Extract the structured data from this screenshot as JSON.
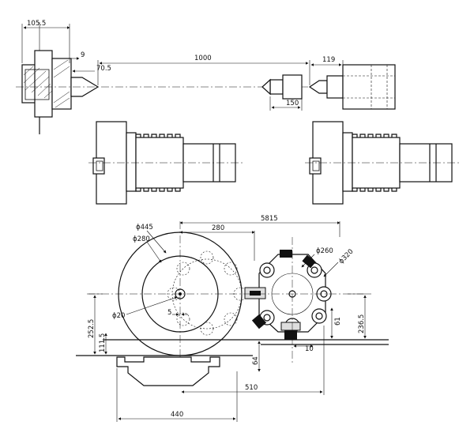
{
  "dimensions": {
    "d_105_5": "105.5",
    "d_9": "9",
    "d_70_5": "70.5",
    "d_1000": "1000",
    "d_119": "119",
    "d_150": "150",
    "d_5815": "5815",
    "d_280": "280",
    "d_445": "ϕ445",
    "d_280dia": "ϕ280",
    "d_260": "ϕ260",
    "d_320": "ϕ320",
    "d_20": "ϕ20",
    "d_5": "5",
    "d_252_5": "252.5",
    "d_111_5": "111.5",
    "d_64": "64",
    "d_10": "10",
    "d_61": "61",
    "d_236_5": "236.5",
    "d_510": "510",
    "d_440": "440"
  }
}
